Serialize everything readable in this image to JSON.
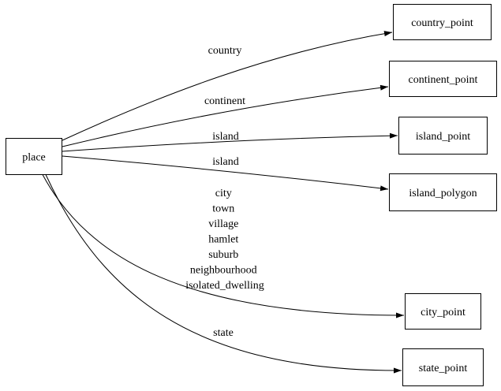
{
  "diagram": {
    "type": "directed-graph",
    "nodes": {
      "place": {
        "label": "place"
      },
      "country_point": {
        "label": "country_point"
      },
      "continent_point": {
        "label": "continent_point"
      },
      "island_point": {
        "label": "island_point"
      },
      "island_polygon": {
        "label": "island_polygon"
      },
      "city_point": {
        "label": "city_point"
      },
      "state_point": {
        "label": "state_point"
      }
    },
    "edges": {
      "country": {
        "from": "place",
        "to": "country_point",
        "label": "country"
      },
      "continent": {
        "from": "place",
        "to": "continent_point",
        "label": "continent"
      },
      "island_to_point": {
        "from": "place",
        "to": "island_point",
        "label": "island"
      },
      "island_to_polygon": {
        "from": "place",
        "to": "island_polygon",
        "label": "island"
      },
      "city": {
        "from": "place",
        "to": "city_point",
        "label_lines": [
          "city",
          "town",
          "village",
          "hamlet",
          "suburb",
          "neighbourhood",
          "isolated_dwelling"
        ]
      },
      "state": {
        "from": "place",
        "to": "state_point",
        "label": "state"
      }
    },
    "colors": {
      "background": "#ffffff",
      "node_fill": "#ffffff",
      "node_border": "#000000",
      "edge": "#000000",
      "text": "#000000"
    }
  }
}
